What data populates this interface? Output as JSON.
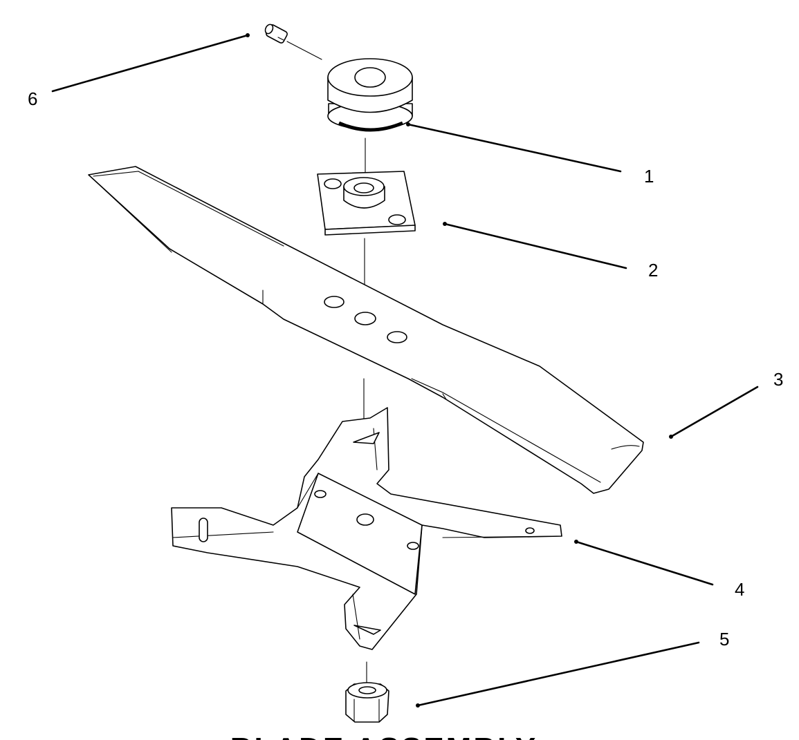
{
  "callouts": {
    "c1": "1",
    "c2": "2",
    "c3": "3",
    "c4": "4",
    "c5": "5",
    "c6": "6"
  },
  "title": "BLADE ASSEMBLY",
  "line_color": "#000000",
  "background": "#ffffff"
}
